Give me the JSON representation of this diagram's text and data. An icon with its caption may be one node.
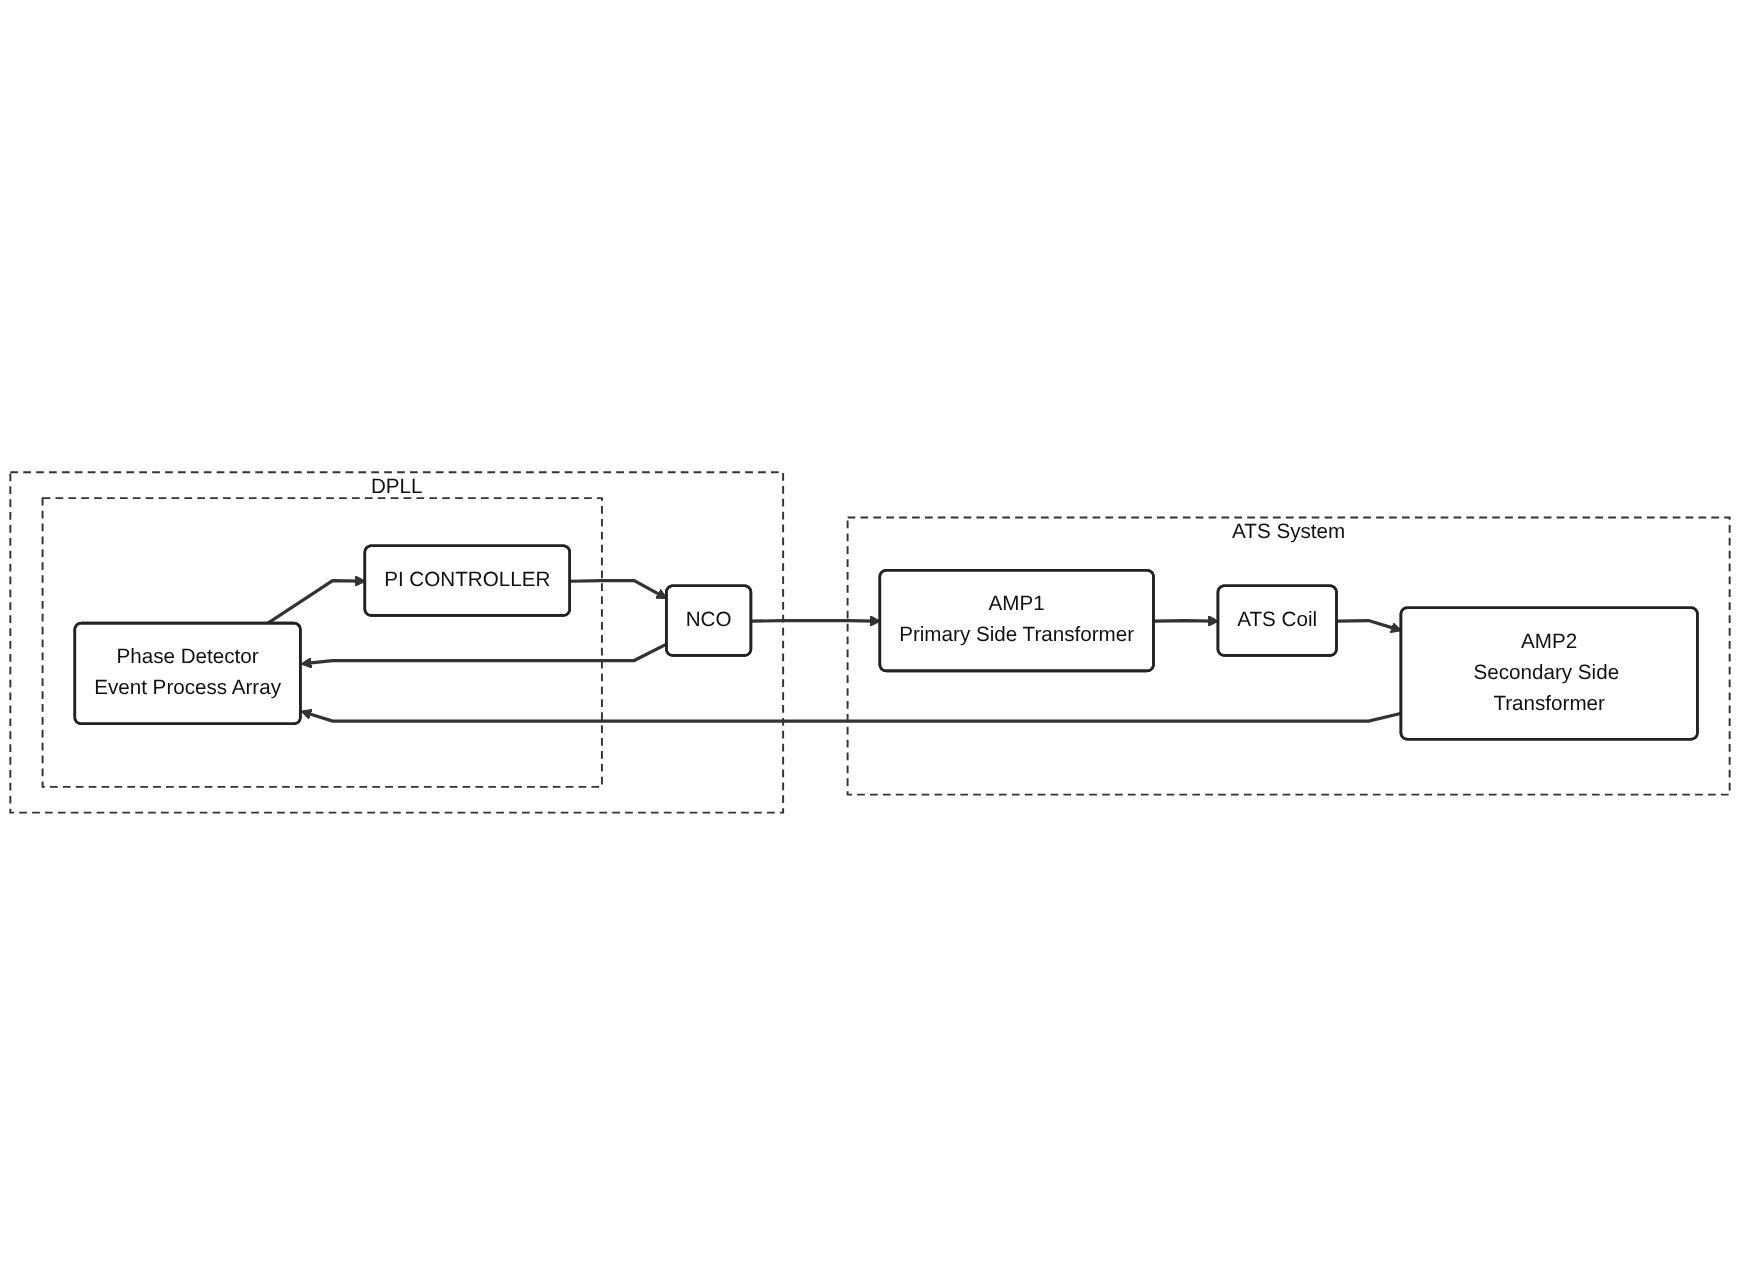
{
  "diagram": {
    "nodes": [
      {
        "text": [
          "DPLL"
        ]
      },
      {
        "text": [],
        "shape": "box",
        "in": 0
      },
      {
        "text": [
          "Phase Detector",
          "Event Process Array"
        ],
        "in": 1
      },
      {
        "text": [
          "PI CONTROLLER"
        ],
        "in": 1
      },
      {
        "text": [
          "NCO"
        ],
        "in": 0
      },
      {
        "text": [
          "ATS System"
        ]
      },
      {
        "text": [
          "AMP2",
          "Secondary Side Transformer"
        ],
        "in": 5
      },
      {
        "text": [
          "ATS Coil"
        ],
        "in": 5
      },
      {
        "text": [
          "AMP1",
          "Primary Side Transformer"
        ],
        "in": 5
      }
    ],
    "edges": [
      {
        "from": 2,
        "to": 3,
        "arrow": "to"
      },
      {
        "from": 3,
        "to": 4,
        "arrow": "to"
      },
      {
        "from": 4,
        "to": 2,
        "arrow": "to"
      },
      {
        "from": 4,
        "to": 8,
        "arrow": "to"
      },
      {
        "from": 8,
        "to": 7,
        "arrow": "to"
      },
      {
        "from": 7,
        "to": 6,
        "arrow": "to"
      },
      {
        "from": 6,
        "to": 2,
        "arrow": "to"
      }
    ]
  }
}
